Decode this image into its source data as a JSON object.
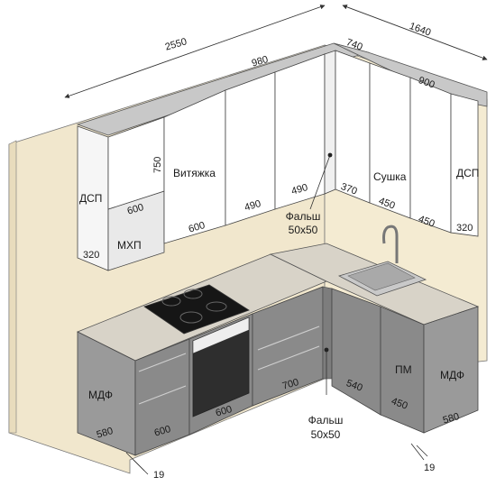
{
  "dimensions": {
    "total_left": "2550",
    "total_right": "1640",
    "upper_corner": "740",
    "upper_left": "980",
    "upper_right": "900",
    "upper_height": "750",
    "upper_depth_left": "320",
    "upper_depth_right": "320",
    "left_upper_600": "600",
    "left_upper_600b": "600",
    "left_upper_490a": "490",
    "left_upper_490b": "490",
    "right_upper_370": "370",
    "right_upper_450a": "450",
    "right_upper_450b": "450",
    "lower_580_left": "580",
    "lower_600_a": "600",
    "lower_600_b": "600",
    "lower_700": "700",
    "lower_540": "540",
    "lower_450": "450",
    "lower_580_right": "580",
    "gap_left": "19",
    "gap_right": "19"
  },
  "labels": {
    "dsp_left": "ДСП",
    "dsp_right": "ДСП",
    "mhp": "МХП",
    "hood": "Витяжка",
    "dryer": "Сушка",
    "false_top_line1": "Фальш",
    "false_top_line2": "50x50",
    "false_bottom_line1": "Фальш",
    "false_bottom_line2": "50x50",
    "mdf_left": "МДФ",
    "mdf_right": "МДФ",
    "pm": "ПМ"
  },
  "colors": {
    "wall": "#f0e6cc",
    "wall_top": "#ece3c6",
    "cabinet_white": "#ffffff",
    "cabinet_shade": "#f2f2f2",
    "cabinet_grey": "#8a8a8a",
    "cabinet_grey_dark": "#707070",
    "countertop": "#d6d2c8",
    "top_edge": "#bcbcbc",
    "outline": "#333333",
    "dim_line": "#333333"
  }
}
